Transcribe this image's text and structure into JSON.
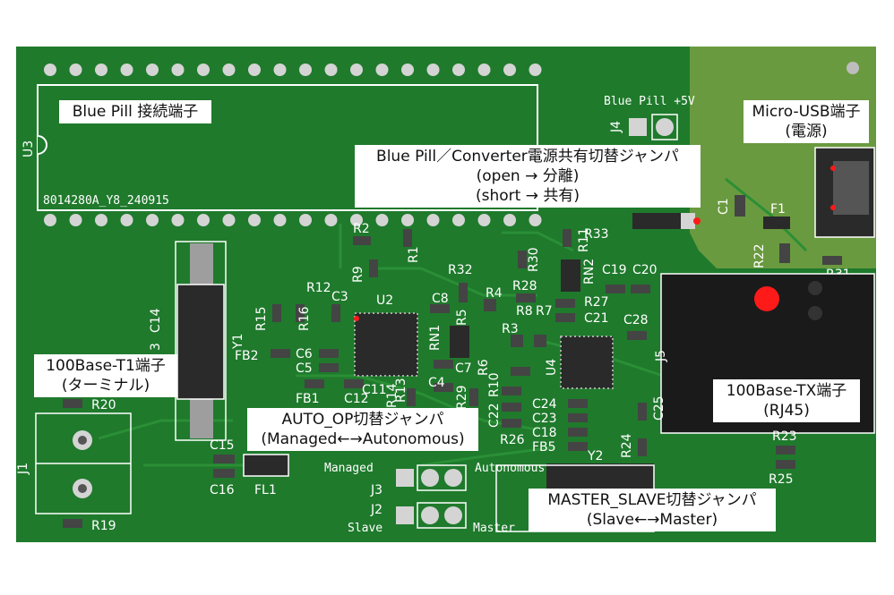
{
  "board": {
    "colors": {
      "pcb": "#1f7a2c",
      "pcb_dark": "#176a24",
      "zone": "#6a9a3f",
      "copper": "#c8a640",
      "silk": "#ffffff",
      "pad": "#d4d4d4",
      "chip": "#2a2a2a",
      "led": "#ff1a1a"
    },
    "u3_label": "U3",
    "u3_code": "8014280A_Y8_240915",
    "refs": {
      "u2": "U2",
      "u4": "U4",
      "j1": "J1",
      "j2": "J2",
      "j3": "J3",
      "j4": "J4",
      "j5": "J5",
      "y1": "Y1",
      "y2": "Y2",
      "r1": "R1",
      "r2": "R2",
      "r3": "R3",
      "r4": "R4",
      "r5": "R5",
      "r6": "R6",
      "r7": "R7",
      "r8": "R8",
      "r9": "R9",
      "r10": "R10",
      "r11": "R11",
      "r12": "R12",
      "r13": "R13",
      "r14": "R14",
      "r15": "R15",
      "r16": "R16",
      "r19": "R19",
      "r20": "R20",
      "r22": "R22",
      "r23": "R23",
      "r24": "R24",
      "r25": "R25",
      "r26": "R26",
      "r27": "R27",
      "r28": "R28",
      "r29": "R29",
      "r30": "R30",
      "r31": "R31",
      "r32": "R32",
      "r33": "R33",
      "c1": "C1",
      "c3": "C3",
      "c4": "C4",
      "c5": "C5",
      "c6": "C6",
      "c7": "C7",
      "c8": "C8",
      "c11": "C11",
      "c12": "C12",
      "c14": "C14",
      "c15": "C15",
      "c16": "C16",
      "c18": "C18",
      "c19": "C19",
      "c20": "C20",
      "c21": "C21",
      "c22": "C22",
      "c23": "C23",
      "c24": "C24",
      "c25": "C25",
      "c28": "C28",
      "f1": "F1",
      "fb1": "FB1",
      "fb2": "FB2",
      "fb5": "FB5",
      "fl1": "FL1",
      "rn1": "RN1",
      "rn2": "RN2",
      "c3b": "3"
    },
    "silk_labels": {
      "blue_pill_5v": "Blue Pill +5V",
      "managed": "Managed",
      "autonomous": "Autonomous",
      "slave": "Slave",
      "master": "Master"
    }
  },
  "callouts": {
    "bluepill_conn": "Blue Pill 接続端子",
    "microusb": [
      "Micro-USB端子",
      "(電源)"
    ],
    "power_jumper": [
      "Blue Pill／Converter電源共有切替ジャンパ",
      "(open → 分離)",
      "(short →  共有)"
    ],
    "t1": [
      "100Base-T1端子",
      "(ターミナル)"
    ],
    "tx": [
      "100Base-TX端子",
      "(RJ45)"
    ],
    "auto_op": [
      "AUTO_OP切替ジャンパ",
      "(Managed←→Autonomous)"
    ],
    "master_slave": [
      "MASTER_SLAVE切替ジャンパ",
      "(Slave←→Master)"
    ]
  }
}
